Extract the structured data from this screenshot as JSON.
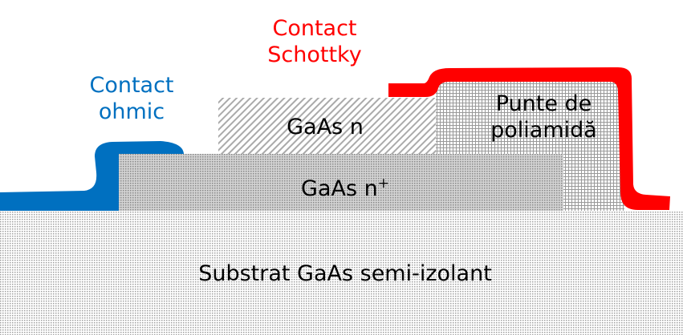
{
  "labels": {
    "ohmic_contact": [
      "Contact",
      "ohmic"
    ],
    "schottky_contact": [
      "Contact",
      "Schottky"
    ],
    "gaas_n": "GaAs n",
    "gaas_n_plus": "GaAs n",
    "gaas_n_plus_sup": "+",
    "polyimide_bridge": [
      "Punte de",
      "poliamidă"
    ],
    "substrate": "Substrat GaAs semi-izolant"
  },
  "colors": {
    "ohmic": "#0070c0",
    "schottky": "#ff0000",
    "text": "#000000"
  }
}
